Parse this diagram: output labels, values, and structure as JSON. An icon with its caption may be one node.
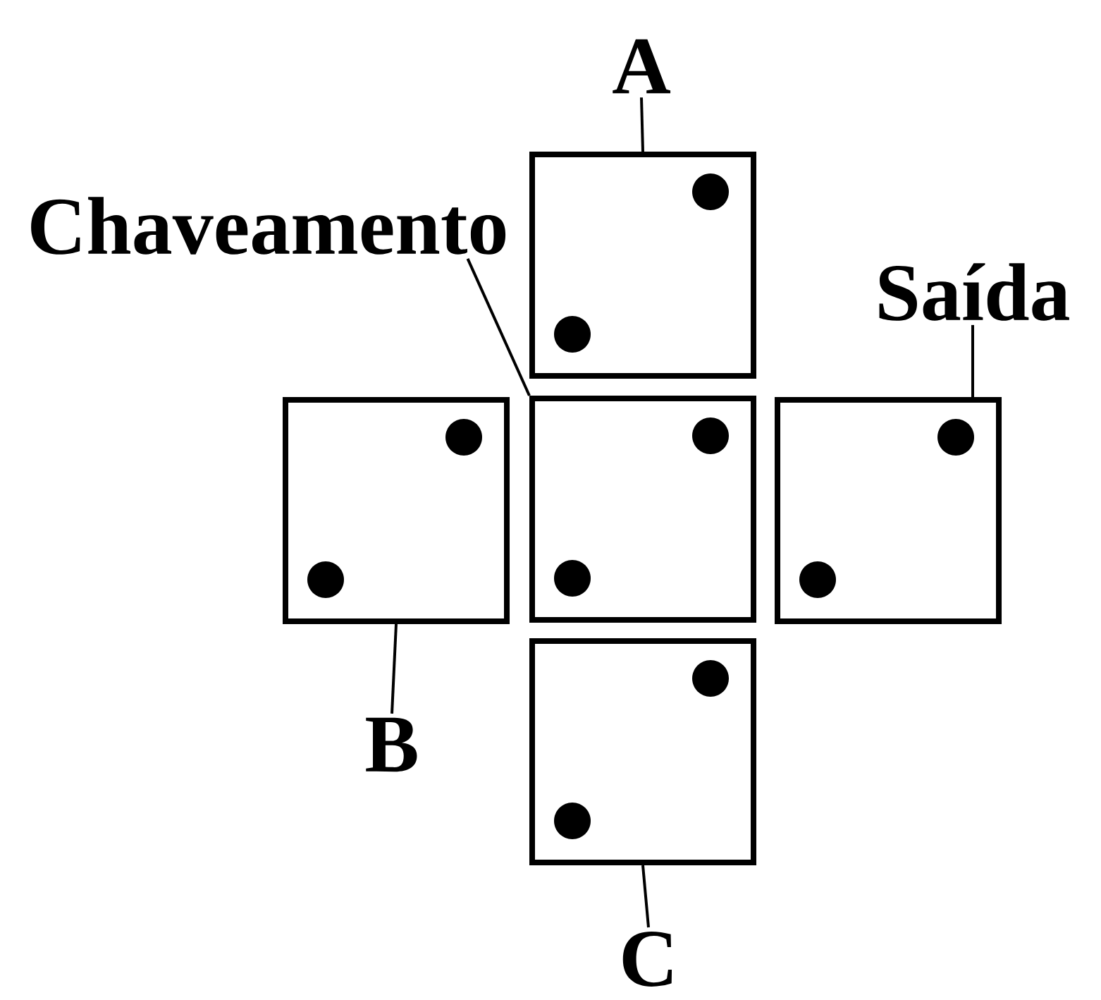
{
  "diagram": {
    "nodes": [
      {
        "text": [
          "A"
        ]
      },
      {
        "text": [
          "Chaveamento"
        ]
      },
      {
        "text": [
          "Saída"
        ]
      },
      {
        "text": [],
        "shape": "box"
      },
      {
        "text": [],
        "shape": "box"
      },
      {
        "text": [],
        "shape": "box"
      },
      {
        "text": [],
        "shape": "box"
      },
      {
        "text": [],
        "shape": "box"
      },
      {
        "text": [
          "B"
        ]
      },
      {
        "text": [
          "C"
        ]
      }
    ],
    "edges": [
      {
        "from": 0,
        "to": 3,
        "arrow": "none"
      },
      {
        "from": 1,
        "to": 5,
        "arrow": "none"
      },
      {
        "from": 2,
        "to": 6,
        "arrow": "none"
      },
      {
        "from": 8,
        "to": 4,
        "arrow": "none"
      },
      {
        "from": 9,
        "to": 7,
        "arrow": "none"
      }
    ]
  }
}
